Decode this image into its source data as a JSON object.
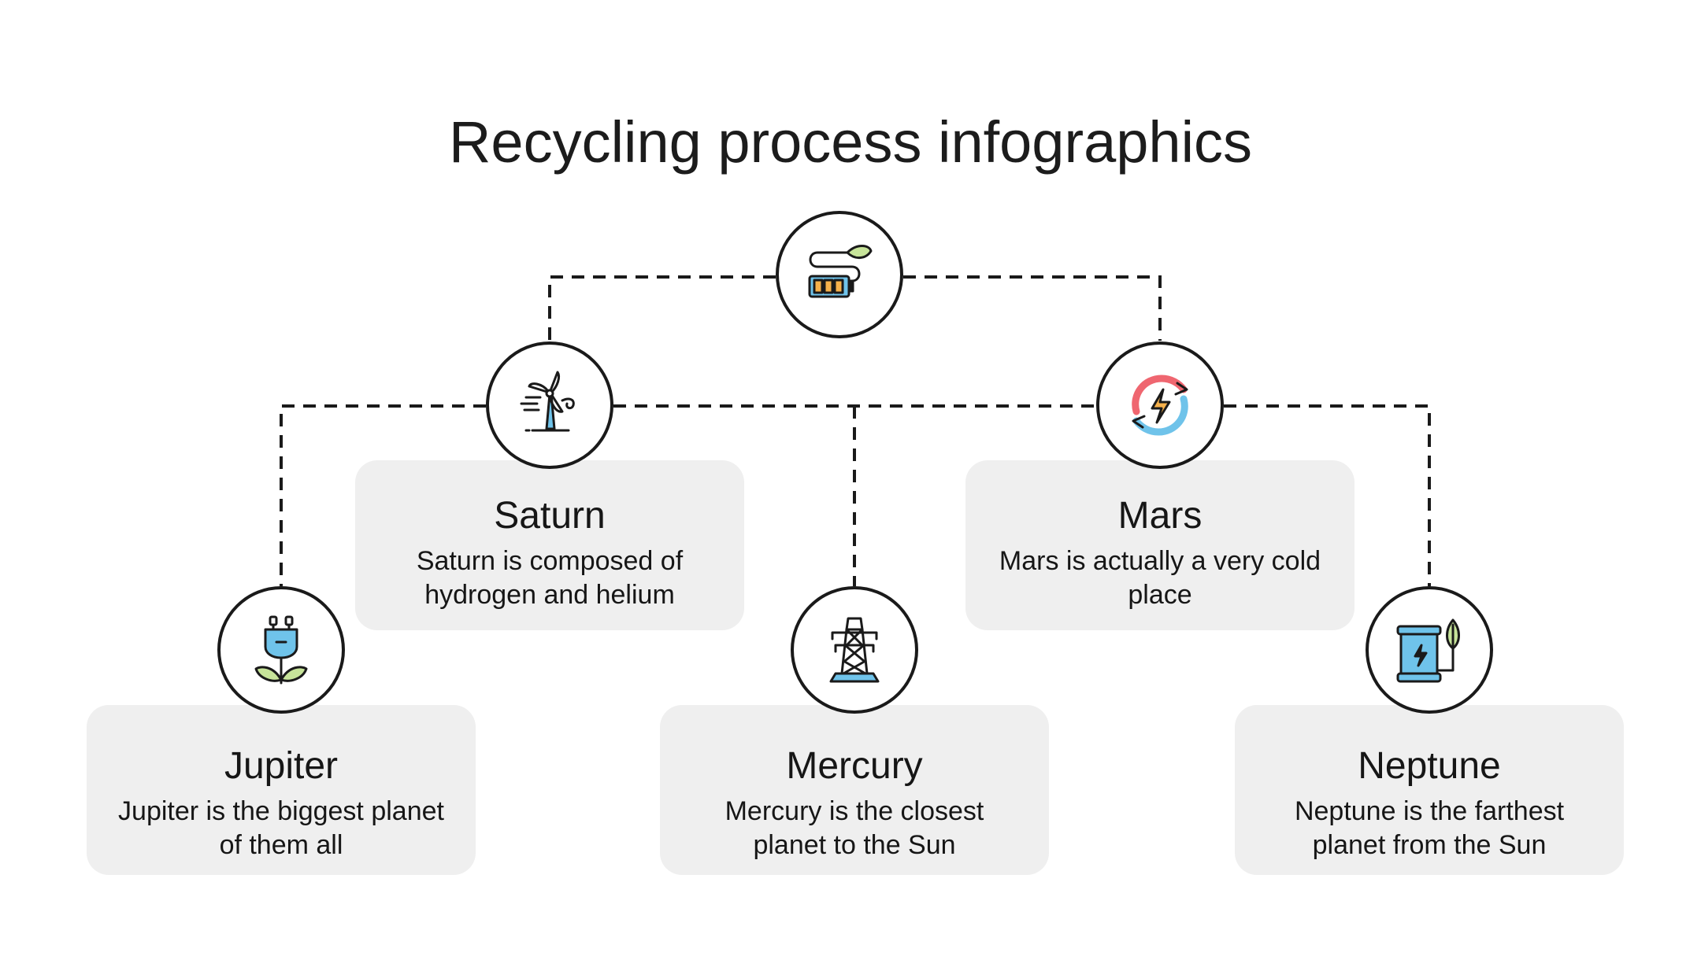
{
  "title": "Recycling process infographics",
  "colors": {
    "line": "#1a1a1a",
    "card_bg": "#efefef",
    "leaf_green": "#c7e49a",
    "blue": "#6fc3ea",
    "red": "#ef6670",
    "battery_orange": "#f6b14b"
  },
  "root": {
    "icon": "battery-leaf-icon"
  },
  "planets": [
    {
      "name": "Saturn",
      "text": "Saturn is composed of hydrogen and helium",
      "icon": "wind-turbine-icon"
    },
    {
      "name": "Mars",
      "text": "Mars is actually a very cold place",
      "icon": "recycle-energy-icon"
    },
    {
      "name": "Jupiter",
      "text": "Jupiter is the biggest planet of them all",
      "icon": "plug-sprout-icon"
    },
    {
      "name": "Mercury",
      "text": "Mercury is the closest planet to the Sun",
      "icon": "power-tower-icon"
    },
    {
      "name": "Neptune",
      "text": "Neptune is the farthest planet from the Sun",
      "icon": "eco-battery-icon"
    }
  ]
}
